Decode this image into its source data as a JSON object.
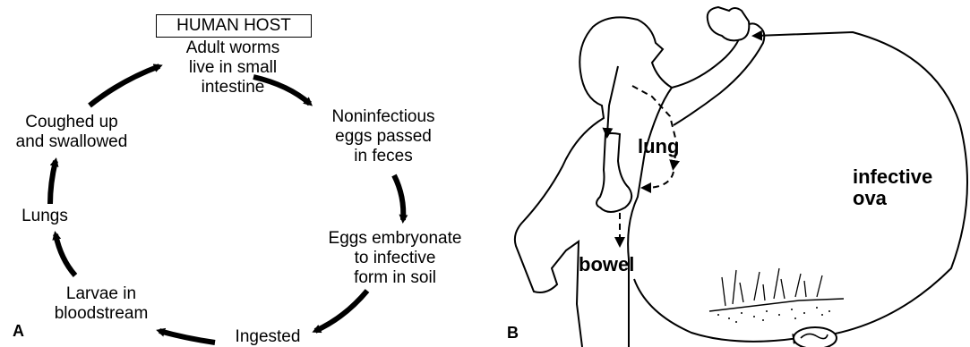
{
  "panel_a": {
    "letter": "A",
    "host_label": "HUMAN HOST",
    "stages": {
      "adult": "Adult worms\nlive in small\nintestine",
      "noninfectious": "Noninfectious\neggs passed\nin feces",
      "embryonate": "Eggs embryonate\nto infective\nform in soil",
      "ingested": "Ingested",
      "larvae": "Larvae in\nbloodstream",
      "lungs": "Lungs",
      "coughed": "Coughed up\nand swallowed"
    }
  },
  "panel_b": {
    "letter": "B",
    "labels": {
      "lung": "lung",
      "bowel": "bowel",
      "infective_ova": "infective\nova"
    }
  }
}
